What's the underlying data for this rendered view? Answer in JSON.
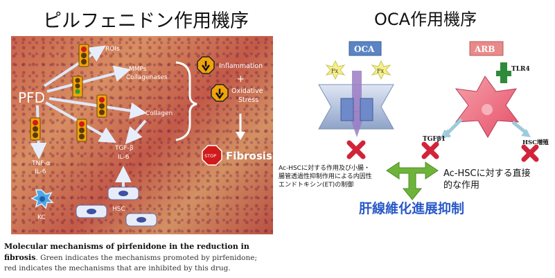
{
  "left": {
    "title": "ピルフェニドン作用機序",
    "labels": {
      "pfd": "PFD",
      "rois": "ROIs",
      "mmps": "MMPs",
      "collagenases": "Collagenases",
      "collagen": "Collagen",
      "tgfb": "TGF-β",
      "il6": "IL-6",
      "tnfa": "TNF-α",
      "il6b": "IL-6",
      "kc": "KC",
      "hsc": "HSC",
      "inflammation": "Inflammation",
      "plus": "+",
      "oxidative": "Oxidative",
      "stress": "Stress",
      "stop": "STOP",
      "fibrosis": "Fibrosis"
    },
    "caption_bold": "Molecular mechanisms of pirfenidone in the reduction in fibrosis",
    "caption_text": ". Green indicates the mechanisms promoted by pirfenidone; red indicates the mechanisms that are inhibited by this drug.",
    "colors": {
      "red": "#d11a1a",
      "green": "#23a534",
      "amber": "#f0a30a",
      "arrow": "#c9dcf5"
    }
  },
  "right": {
    "title": "OCA作用機序",
    "labels": {
      "oca": "OCA",
      "arb": "ARB",
      "fx1": "Fx",
      "fx2": "Fx",
      "tlr4": "TLR4",
      "tgfb1": "TGFβ1",
      "hsc_prolif": "HSC増殖",
      "text_left_1": "Ac-HSCに対する作用及び小腸・",
      "text_left_2": "腸管透過性抑制作用による内因性",
      "text_left_3": "エンドトキシン(ET)の制御",
      "text_right_1": "Ac-HSCに対する直接",
      "text_right_2": "的な作用",
      "bottom": "肝線維化進展抑制"
    },
    "colors": {
      "oca": "#5b84c4",
      "arb": "#e98a8a",
      "cross": "#d1243a",
      "green": "#6fb43a",
      "blue_text": "#2a59c8",
      "star": "#f5f08a"
    }
  }
}
